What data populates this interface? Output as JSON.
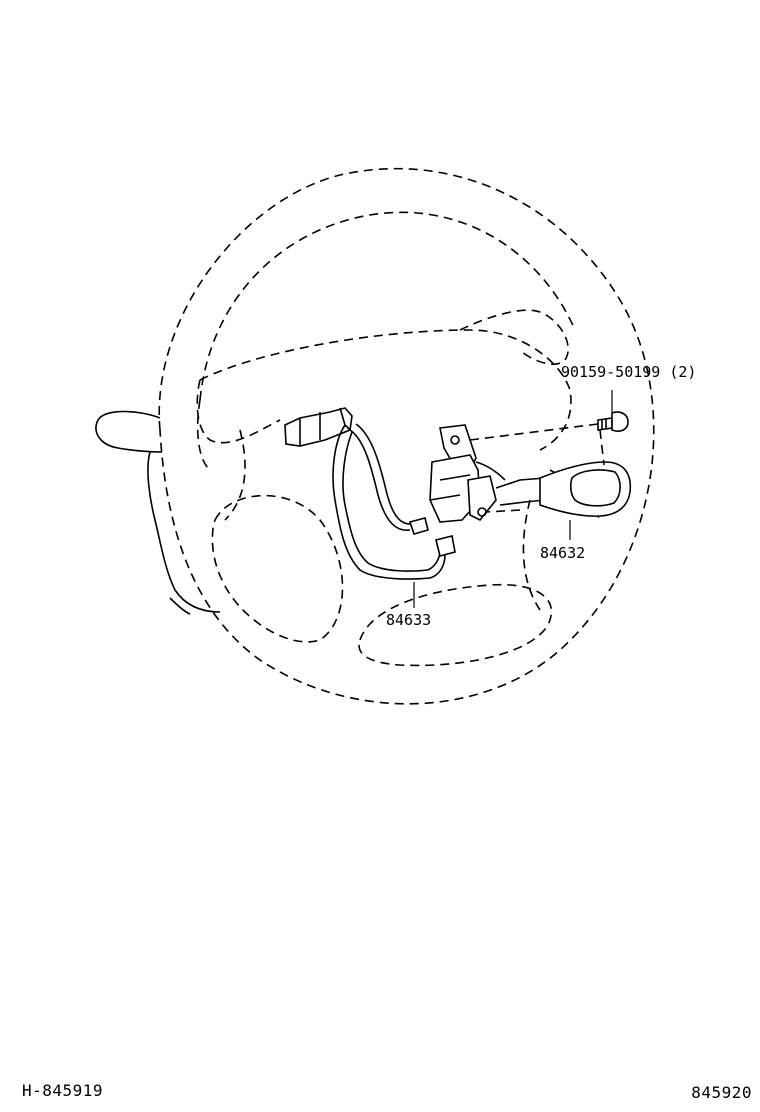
{
  "colors": {
    "line": "#000000",
    "background": "#ffffff"
  },
  "callouts": {
    "bolt": "90159-50199 (2)",
    "switch": "84632",
    "wire": "84633"
  },
  "footer": {
    "left": "H-845919",
    "right": "845920"
  }
}
